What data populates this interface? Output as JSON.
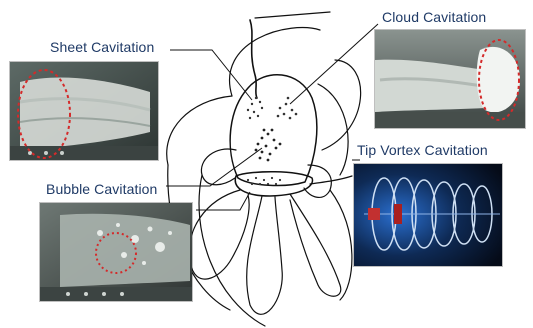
{
  "labels": {
    "sheet": "Sheet Cavitation",
    "cloud": "Cloud Cavitation",
    "bubble": "Bubble Cavitation",
    "tip_vortex": "Tip Vortex Cavitation"
  },
  "colors": {
    "label_text": "#1f3a66",
    "line": "#111111",
    "highlight_ellipse": "#d42a2a",
    "vortex_light": "#cfe0f4",
    "vortex_blue": "#2a6fd0"
  },
  "icons": {
    "propeller": "propeller-drawing",
    "sheet_highlight": "dashed-ellipse",
    "cloud_highlight": "dashed-ellipse",
    "bubble_highlight": "dotted-circle"
  }
}
